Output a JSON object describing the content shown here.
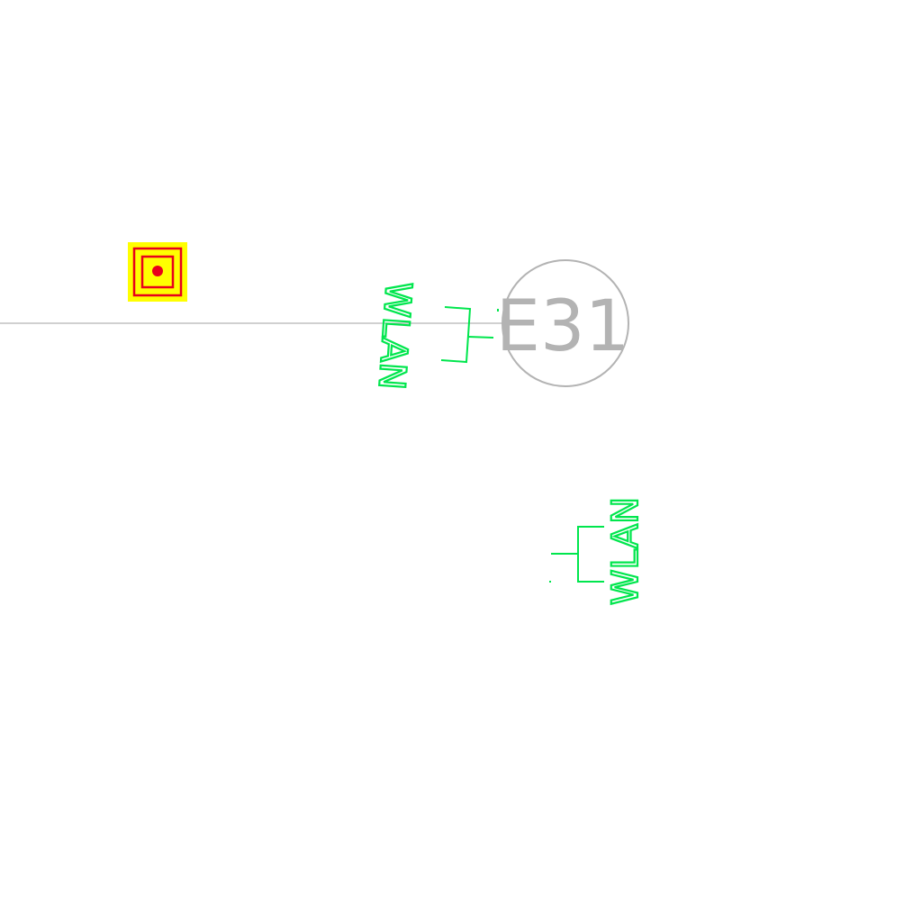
{
  "drawing": {
    "colors": {
      "background": "#ffffff",
      "gridline": "#b3b3b3",
      "wlan": "#00e64d",
      "marker_fill": "#ffff00",
      "marker_stroke": "#e8001c"
    },
    "marker": {
      "icon": "target-square-icon"
    },
    "grid_bubble": {
      "label": "E31"
    },
    "wlan_symbols": [
      {
        "label": "WLAN",
        "icon": "wlan-antenna-icon"
      },
      {
        "label": "WLAN",
        "icon": "wlan-antenna-icon"
      }
    ]
  }
}
